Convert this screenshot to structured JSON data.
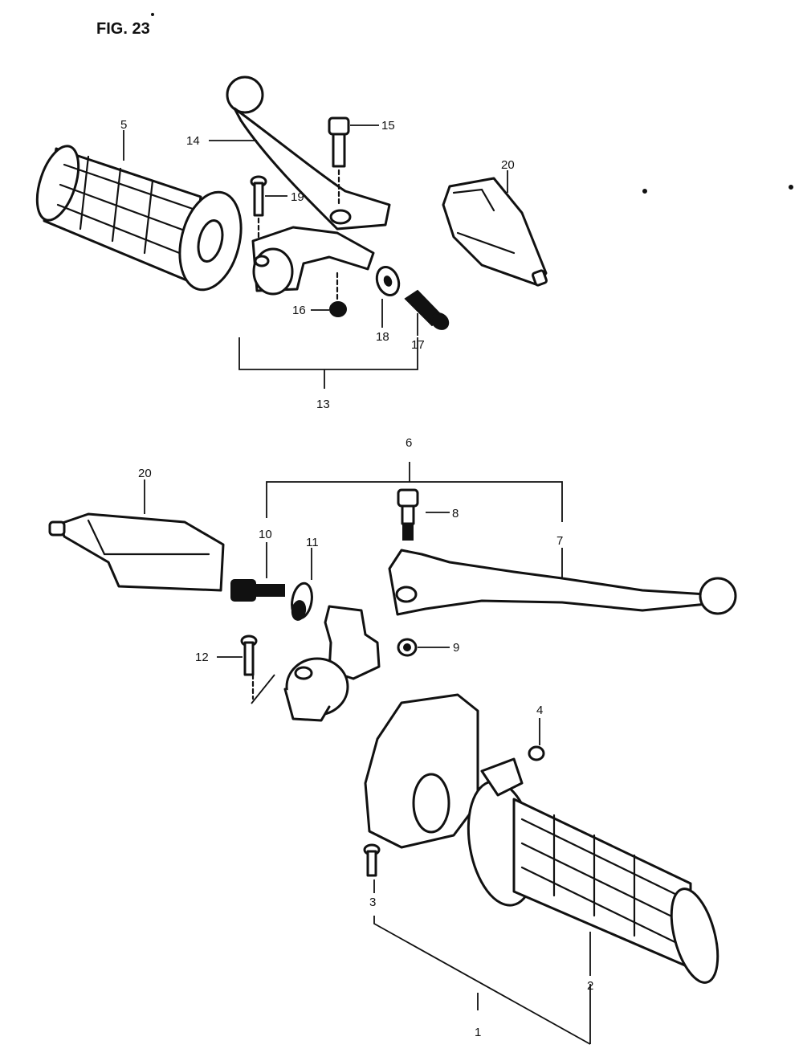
{
  "figure": {
    "title": "FIG. 23"
  },
  "callouts": {
    "c1": "1",
    "c2": "2",
    "c3": "3",
    "c4": "4",
    "c5": "5",
    "c6": "6",
    "c7": "7",
    "c8": "8",
    "c9": "9",
    "c10": "10",
    "c11": "11",
    "c12": "12",
    "c13": "13",
    "c14": "14",
    "c15": "15",
    "c16": "16",
    "c17": "17",
    "c18": "18",
    "c19": "19",
    "c20_top": "20",
    "c20_bottom": "20"
  }
}
